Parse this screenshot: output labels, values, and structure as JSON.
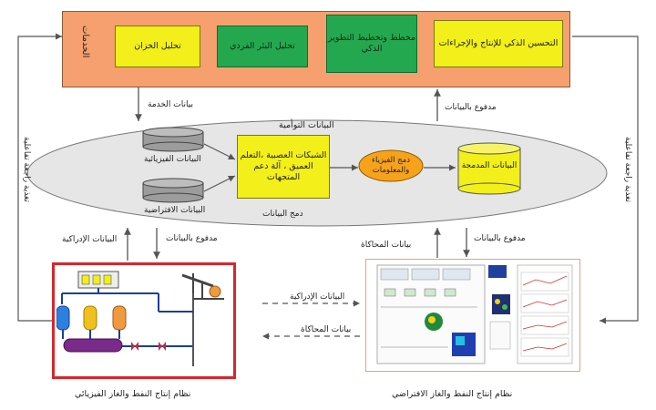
{
  "services": {
    "title": "الخدمات",
    "boxes": [
      {
        "label": "التحسين الذكي للإنتاج والإجراءات",
        "color": "yellow"
      },
      {
        "label": "مخطط وتخطيط التطوير الذكي",
        "color": "green"
      },
      {
        "label": "تحليل البئر الفردي",
        "color": "green"
      },
      {
        "label": "تحليل الخزان",
        "color": "yellow"
      }
    ]
  },
  "twin": {
    "title": "البيانات التوأمية",
    "physical_data": "البيانات الفيزيائية",
    "virtual_data": "البيانات الافتراضية",
    "network_box": "الشبكات العصبية ،التعلم العميق ، آلة دعم المتجهات",
    "fusion_oval": "دمج الفيزياء والمعلومات",
    "merged_data": "البيانات المدمجة",
    "data_fusion": "دمج البيانات"
  },
  "arrows": {
    "service_data": "بيانات الخدمة",
    "data_push_top": "مدفوع بالبيانات",
    "data_push_left": "مدفوع بالبيانات",
    "data_push_right": "مدفوع بالبيانات",
    "perceptual_data_left": "البيانات الإدراكية",
    "simulation_data_right": "بيانات المحاكاة",
    "perceptual_data_middle": "البيانات الإدراكية",
    "simulation_data_middle": "بيانات المحاكاة",
    "feedback_left": "تغذية راجعة تفاعلية",
    "feedback_right": "تغذية راجعة تفاعلية"
  },
  "systems": {
    "physical": "نظام إنتاج النفط والغاز الفيزيائي",
    "virtual": "نظام إنتاج النفط والغاز الافتراضي"
  },
  "colors": {
    "services_bg": "#f5a06e",
    "yellow": "#f2ef1a",
    "green": "#23a84f",
    "ellipse": "#e6e6e6",
    "fusion_oval": "#f7a21b",
    "physical_border": "#d8262c"
  }
}
